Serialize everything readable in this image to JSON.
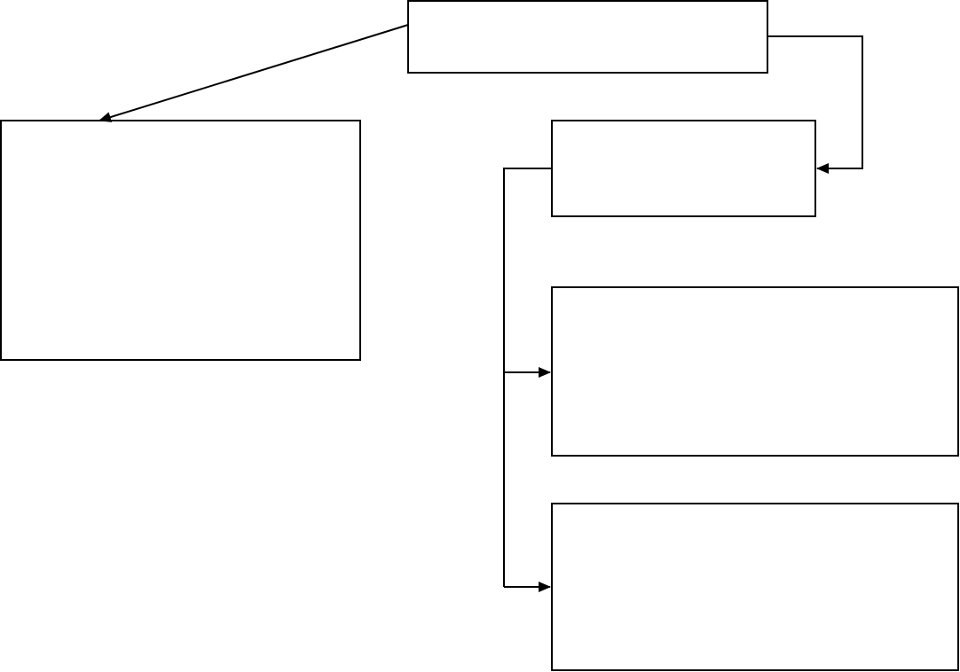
{
  "diagram": {
    "boxes": [
      {
        "id": "box-top",
        "label": ""
      },
      {
        "id": "box-left",
        "label": ""
      },
      {
        "id": "box-middle-right",
        "label": ""
      },
      {
        "id": "box-lower-right-1",
        "label": ""
      },
      {
        "id": "box-lower-right-2",
        "label": ""
      }
    ],
    "colors": {
      "stroke": "#000000",
      "fill": "#ffffff",
      "background": "#ffffff"
    }
  }
}
